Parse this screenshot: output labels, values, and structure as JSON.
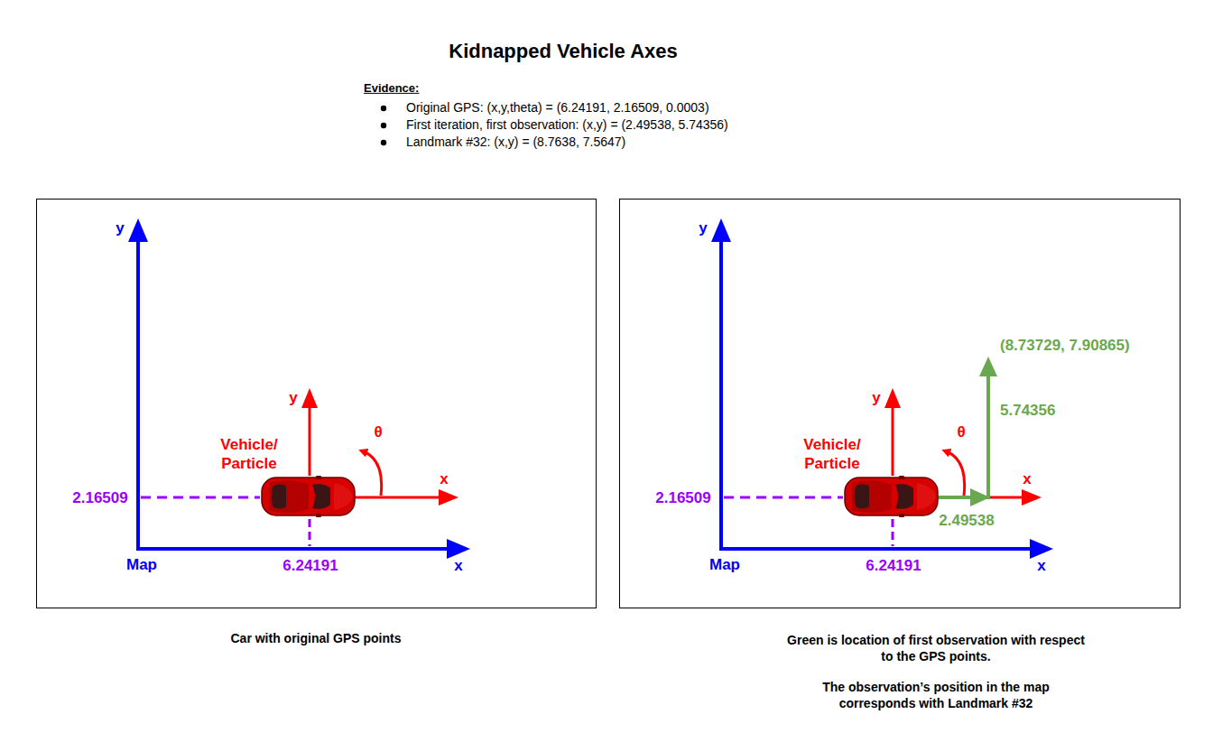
{
  "diagram": {
    "title": "Kidnapped Vehicle Axes",
    "nodes": [
      {
        "text": [
          "y",
          "y",
          "θ",
          "Vehicle/ Particle",
          "x",
          "2.16509",
          "Map",
          "6.24191",
          "x"
        ]
      },
      {
        "text": [
          "y",
          "(8.73729, 7.90865)",
          "y",
          "5.74356",
          "θ",
          "Vehicle/ Particle",
          "x",
          "2.16509",
          "2.49538",
          "Map",
          "6.24191",
          "x"
        ]
      }
    ],
    "labels": [
      "Evidence:",
      "Original GPS: (x,y,theta) = (6.24191, 2.16509, 0.0003)",
      "First iteration, first observation: (x,y) = (2.49538, 5.74356)",
      "Landmark #32: (x,y) = (8.7638, 7.5647)",
      "Car with original GPS points",
      "Green is location of first observation with respect to the GPS points.",
      "The observation’s position in the map corresponds with Landmark #32"
    ]
  }
}
